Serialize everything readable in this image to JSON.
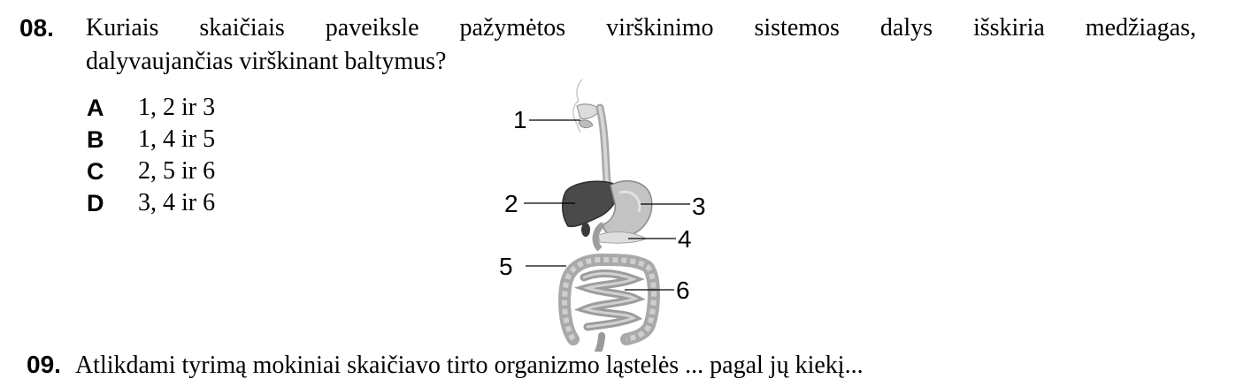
{
  "question": {
    "number": "08.",
    "line1_words": [
      "Kuriais",
      "skaičiais",
      "paveiksle",
      "pažymėtos",
      "virškinimo",
      "sistemos",
      "dalys",
      "išskiria",
      "medžiagas,"
    ],
    "line2": "dalyvaujančias virškinant baltymus?"
  },
  "options": [
    {
      "letter": "A",
      "text": "1, 2 ir 3"
    },
    {
      "letter": "B",
      "text": "1, 4 ir 5"
    },
    {
      "letter": "C",
      "text": "2, 5 ir 6"
    },
    {
      "letter": "D",
      "text": "3, 4 ir 6"
    }
  ],
  "figure": {
    "labels": [
      "1",
      "2",
      "3",
      "4",
      "5",
      "6"
    ]
  },
  "next_question": {
    "number": "09.",
    "text": "Atlikdami tyrimą mokiniai skaičiavo tirto organizmo ląstelės ... pagal jų kiekį..."
  }
}
